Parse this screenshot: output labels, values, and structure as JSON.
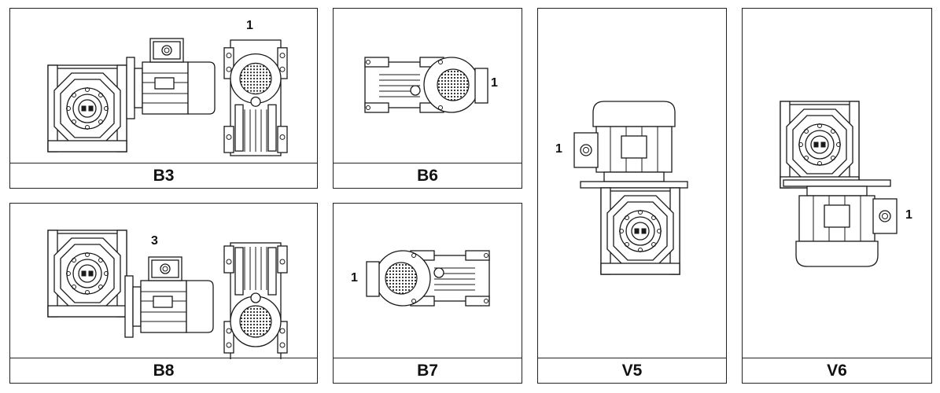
{
  "panels": [
    {
      "id": "B3",
      "label": "B3",
      "callout": "1"
    },
    {
      "id": "B6",
      "label": "B6",
      "callout": "1"
    },
    {
      "id": "V5",
      "label": "V5",
      "callout": "1"
    },
    {
      "id": "V6",
      "label": "V6",
      "callout": "1"
    },
    {
      "id": "B8",
      "label": "B8",
      "callout": "3"
    },
    {
      "id": "B7",
      "label": "B7",
      "callout": "1"
    }
  ]
}
